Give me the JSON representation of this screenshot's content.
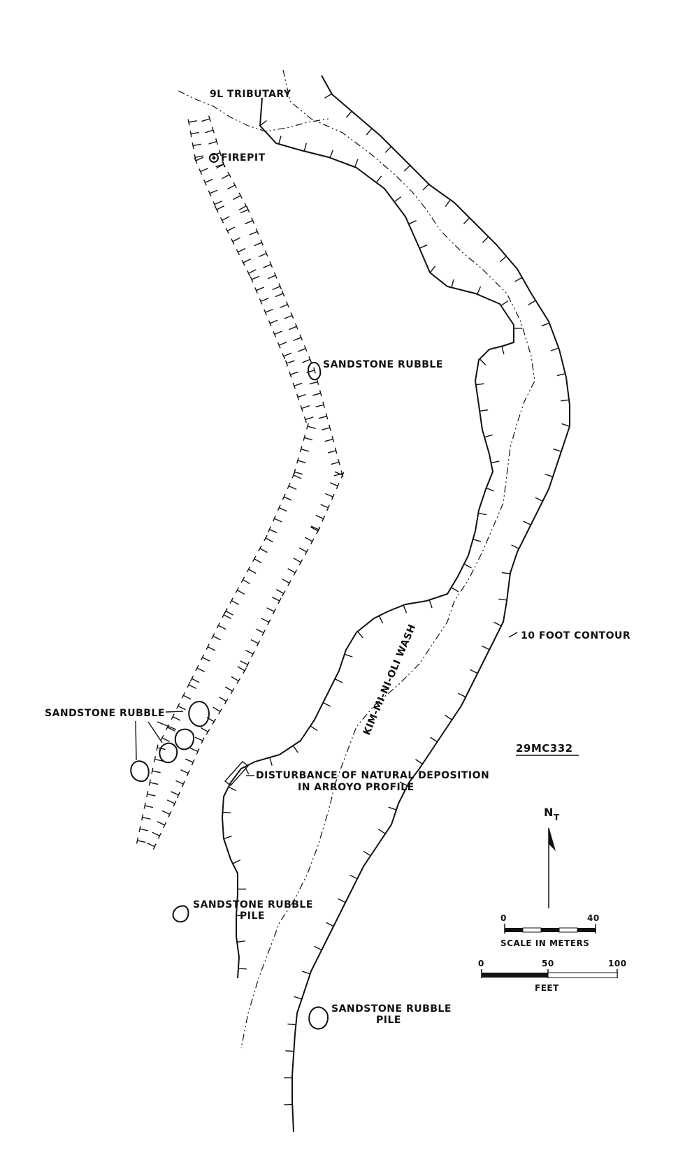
{
  "labels": {
    "tributary": "9L TRIBUTARY",
    "firepit": "FIREPIT",
    "rubble_upper": "SANDSTONE RUBBLE",
    "rubble_left": "SANDSTONE RUBBLE",
    "contour": "10 FOOT CONTOUR",
    "wash": "KIM-MI-NI-OLI WASH",
    "site_id": "29MC332",
    "disturbance_line1": "DISTURBANCE OF NATURAL DEPOSITION",
    "disturbance_line2": "IN ARROYO PROFILE",
    "rubble_pile_left_line1": "SANDSTONE RUBBLE",
    "rubble_pile_left_line2": "PILE",
    "rubble_pile_bottom_line1": "SANDSTONE RUBBLE",
    "rubble_pile_bottom_line2": "PILE"
  },
  "north_arrow": {
    "letter": "N",
    "subscript": "T"
  },
  "scale_meters": {
    "min": "0",
    "max": "40",
    "caption": "SCALE IN METERS"
  },
  "scale_feet": {
    "min": "0",
    "mid": "50",
    "max": "100",
    "caption": "FEET"
  },
  "icons": {
    "firepit": "firepit-icon",
    "north": "north-arrow-icon"
  }
}
